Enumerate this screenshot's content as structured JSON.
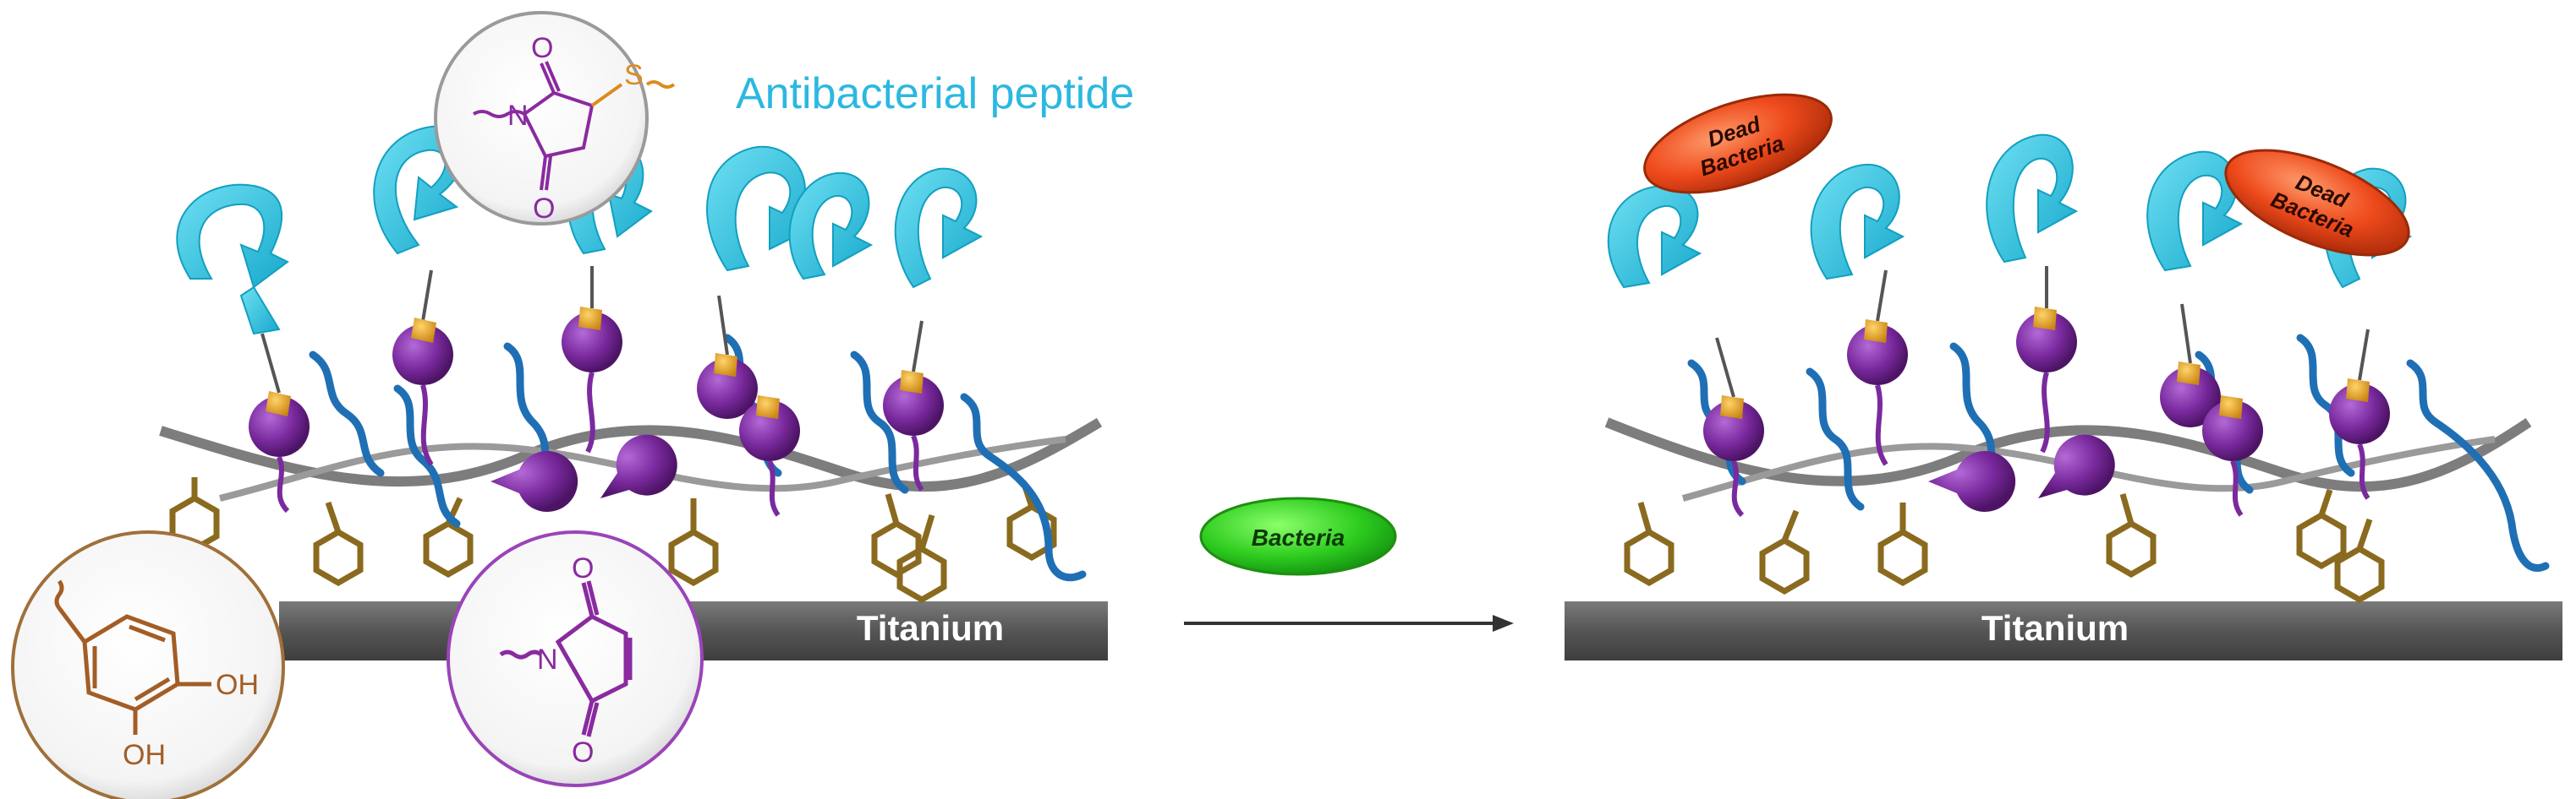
{
  "left_panel": {
    "label_peptide": "Antibacterial peptide",
    "label_titanium": "Titanium",
    "inset_thioether": {
      "O_top": "O",
      "N": "N",
      "O_bottom": "O",
      "S": "S"
    },
    "inset_catechol": {
      "OH_right": "OH",
      "OH_bottom": "OH"
    },
    "inset_maleimide": {
      "O_top": "O",
      "N": "N",
      "O_bottom": "O"
    }
  },
  "middle": {
    "bacteria_label": "Bacteria"
  },
  "right_panel": {
    "label_titanium": "Titanium",
    "dead_bacteria_1": [
      "Dead",
      "Bacteria"
    ],
    "dead_bacteria_2": [
      "Dead",
      "Bacteria"
    ]
  },
  "colors": {
    "peptide_arrow": "#2cc3e0",
    "peptide_label": "#2bb8e0",
    "polymer_chain": "#1f6fb5",
    "purple_ball": "#7a2a9e",
    "gold_tip": "#e0a020",
    "catechol_ring": "#8a6a1e",
    "titanium_bar": "#5f5f5f",
    "titanium_text": "#ffffff",
    "backbone": "#7d7d7d",
    "bacteria_green": "#2ecc1f",
    "dead_bacteria_red": "#ee4a1c",
    "inset_stroke_brown": "#a0703a",
    "inset_stroke_purple": "#9a44b8",
    "chem_brown": "#a35d25",
    "chem_purple": "#8a2aa0",
    "chem_gold": "#dc8c1e"
  }
}
